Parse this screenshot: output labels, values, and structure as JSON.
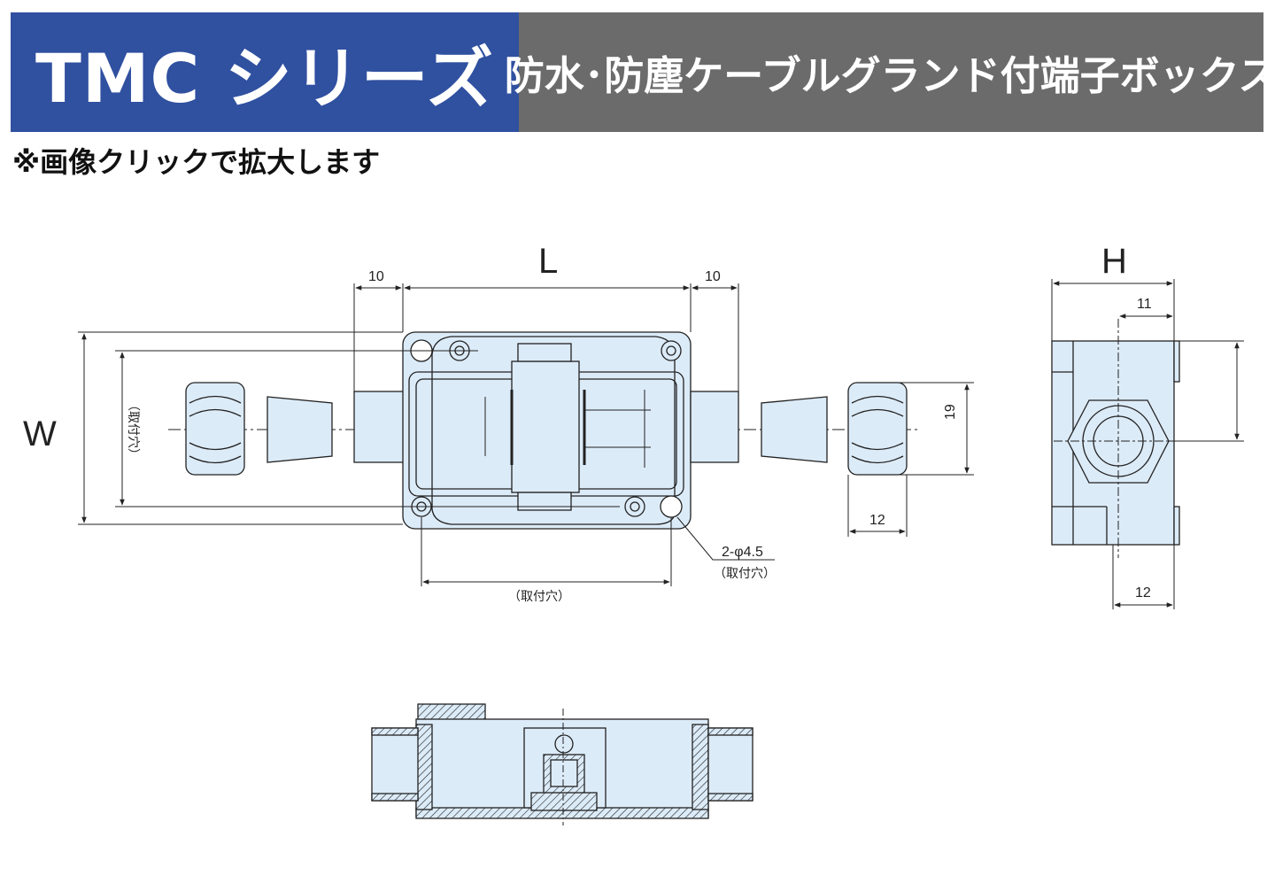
{
  "header": {
    "series_title": "TMC シリーズ",
    "subtitle": "防水･防塵ケーブルグランド付端子ボックス",
    "brand_color": "#3050a0",
    "subtitle_bg": "#6b6b6b"
  },
  "note": "※画像クリックで拡大します",
  "drawing": {
    "fill_color": "#dcebf8",
    "line_color": "#222222",
    "labels": {
      "L": "L",
      "W": "W",
      "H": "H",
      "dim_10_left": "10",
      "dim_10_right": "10",
      "dim_19": "19",
      "dim_12_gland": "12",
      "dim_11": "11",
      "dim_12_side": "12",
      "hole_spec": "2-φ4.5",
      "hole_spec_sub": "（取付穴）",
      "mount_hole_bottom": "（取付穴）",
      "mount_hole_side": "（取付穴）"
    }
  }
}
